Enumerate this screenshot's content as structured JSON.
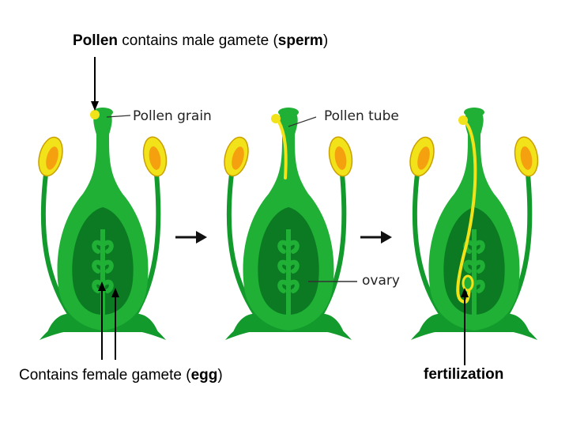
{
  "top_caption": {
    "part1": "Pollen",
    "part2": " contains male gamete (",
    "part3": "sperm",
    "part4": ")"
  },
  "labels": {
    "pollen_grain": "Pollen grain",
    "pollen_tube": "Pollen tube",
    "ovary": "ovary",
    "fertilization": "fertilization"
  },
  "bottom_caption": {
    "part1": "Contains female gamete (",
    "part2": "egg",
    "part3": ")"
  },
  "colors": {
    "green_light": "#1fb035",
    "green_dark": "#0b7a22",
    "green_mid": "#139a2c",
    "yellow": "#f2e21a",
    "orange": "#f5a10f",
    "anther_outline": "#c9a000",
    "text": "#000000"
  }
}
